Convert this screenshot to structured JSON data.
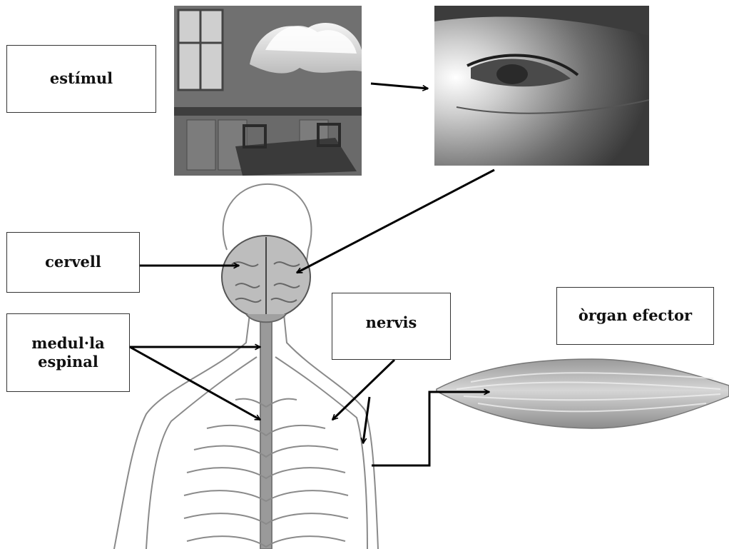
{
  "labels": {
    "stimulus": "estímul",
    "brain": "cervell",
    "spinal_cord_line1": "medul·la",
    "spinal_cord_line2": "espinal",
    "nerves": "nervis",
    "effector": "òrgan efector"
  },
  "pictures": {
    "kitchen": "kitchen-fire-photo",
    "eye": "eye-closeup-photo",
    "body": "human-back-nervous-system-illustration",
    "muscle": "muscle-illustration"
  },
  "colors": {
    "arrow": "#000000",
    "box_border": "#333333",
    "illustration_line": "#8a8a8a",
    "spine": "#7a7a7a"
  }
}
